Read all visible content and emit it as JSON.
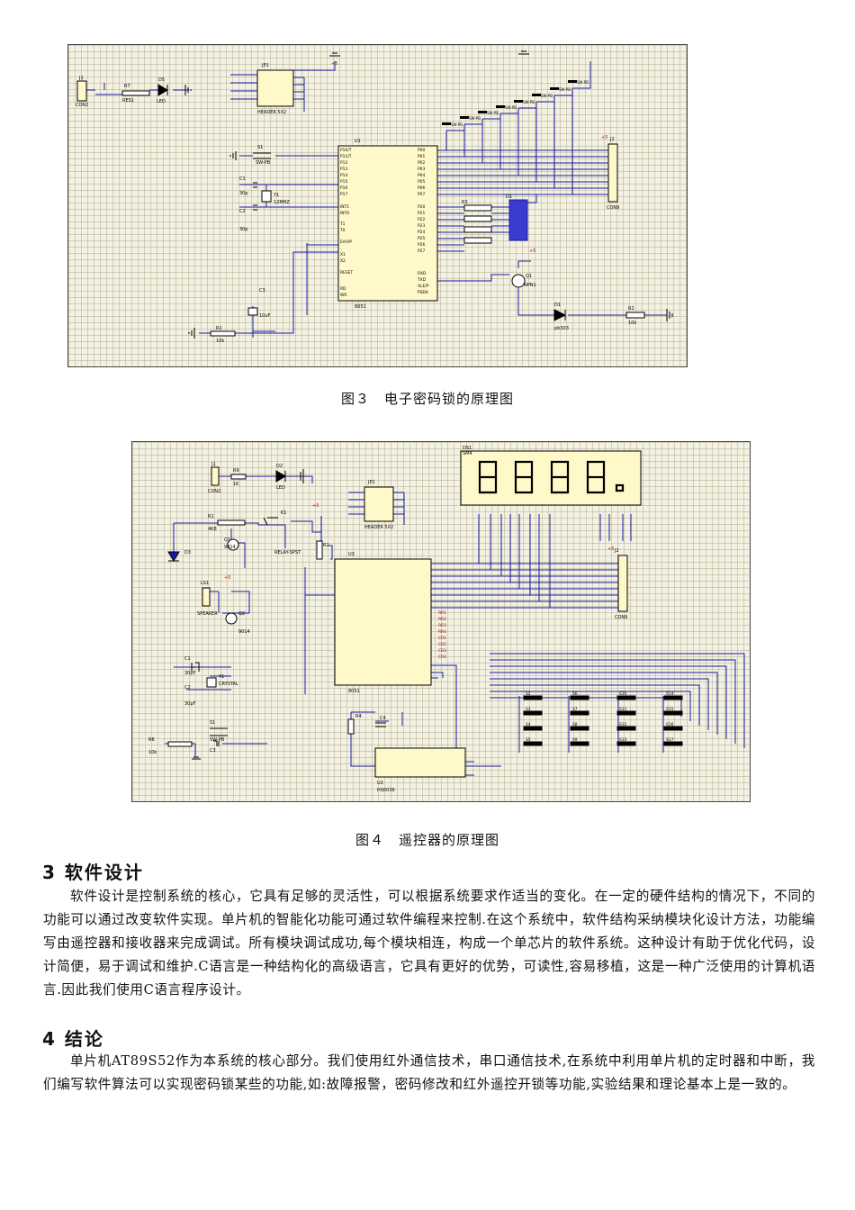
{
  "figures": [
    {
      "caption": "图３　电子密码锁的原理图"
    },
    {
      "caption": "图４　遥控器的原理图"
    }
  ],
  "fig3_labels": {
    "conn_j1": "J1",
    "conn_j1_type": "CON2",
    "res_r7": "R7",
    "res_r7_val": "RES1",
    "led_d5": "D5",
    "led_d5_type": "LED",
    "hdr_jp1": "JP1",
    "hdr_jp1_type": "HEADER 5X2",
    "chip_u1": "U1",
    "chip_u1_type": "8051",
    "conn_j2": "J2",
    "conn_j2_type": "CON9",
    "sw_s1": "S1",
    "sw_type": "SW-PB",
    "cap_c1": "C1",
    "cap_c2": "C2",
    "cap_c3": "C3",
    "cap_val": "30p",
    "xtal_y1": "Y1",
    "xtal_val": "12MHZ",
    "cap_c3_val": "10uF",
    "res_r1": "R1",
    "res_r1_val": "10k",
    "res_r2": "R2",
    "res_r2_val": "10k",
    "res_r3": "R3",
    "q1": "Q1",
    "q1_type": "NPN1",
    "led_d1": "D1",
    "led_d1_type": "pb303",
    "vcc": "+5",
    "left_pins": [
      "P10/T",
      "P11/T",
      "P12",
      "P13",
      "P14",
      "P15",
      "P16",
      "P17",
      "INT1",
      "INT0",
      "T1",
      "T0",
      "EA/VP",
      "X1",
      "X2",
      "RESET",
      "RD",
      "WR"
    ],
    "right_pins": [
      "P00",
      "P01",
      "P02",
      "P03",
      "P04",
      "P05",
      "P06",
      "P07",
      "P20",
      "P21",
      "P22",
      "P23",
      "P24",
      "P25",
      "P26",
      "P27",
      "RXD",
      "TXD",
      "ALE/P",
      "PSEN"
    ]
  },
  "fig4_labels": {
    "disp": "DS1",
    "disp_type": "SM4",
    "conn_j1": "J1",
    "conn_j1_type": "CON2",
    "res_r9": "R9",
    "res_r9_val": "1K",
    "led_d2": "D2",
    "led_d2_type": "LED",
    "hdr_jp1": "JP1",
    "hdr_jp1_type": "HEADER 5X2",
    "relay_k1": "K1",
    "relay_type": "RELAY-SPST",
    "res_r1": "R1",
    "res_r1_val": "4K8",
    "q1": "Q1",
    "q1_type": "9014",
    "led_d3": "D3",
    "res_r2": "R2",
    "speaker": "LS1",
    "speaker_type": "SPEAKER",
    "q2": "Q2",
    "q2_type": "9014",
    "chip_u3": "U3",
    "chip_u3_type": "8051",
    "conn_j2": "J2",
    "conn_j2_type": "CON9",
    "cap_c1": "C1",
    "cap_c2": "C2",
    "cap_val": "30pF",
    "xtal_y1": "Y1",
    "xtal_type": "CRYSTAL",
    "sw_s1": "S1",
    "sw_type": "SW-PB",
    "cap_c3": "C3",
    "res_r6": "R6",
    "res_r6_val": "10k",
    "res_r4": "R4",
    "cap_c4": "C4",
    "ic_u2": "U2",
    "ic_u2_type": "HS0038",
    "row_labels": [
      "RR1",
      "RR2",
      "RR3",
      "RR4",
      "CR1",
      "CR2",
      "CR3",
      "CR4"
    ],
    "key_labels": [
      "S2",
      "S6",
      "S10",
      "S14",
      "S3",
      "S7",
      "S11",
      "S15",
      "S4",
      "S8",
      "S12",
      "S16",
      "S5",
      "S9",
      "S13",
      "S17"
    ],
    "vcc": "+5"
  },
  "sections": [
    {
      "heading": "3 软件设计",
      "body": "软件设计是控制系统的核心，它具有足够的灵活性，可以根据系统要求作适当的变化。在一定的硬件结构的情况下，不同的功能可以通过改变软件实现。单片机的智能化功能可通过软件编程来控制.在这个系统中，软件结构采纳模块化设计方法，功能编写由遥控器和接收器来完成调试。所有模块调试成功,每个模块相连，构成一个单芯片的软件系统。这种设计有助于优化代码，设计简便，易于调试和维护.C语言是一种结构化的高级语言，它具有更好的优势，可读性,容易移植，这是一种广泛使用的计算机语言.因此我们使用C语言程序设计。"
    },
    {
      "heading": "4 结论",
      "body": "单片机AT89S52作为本系统的核心部分。我们使用红外通信技术，串口通信技术,在系统中利用单片机的定时器和中断，我们编写软件算法可以实现密码锁某些的功能,如:故障报警，密码修改和红外遥控开锁等功能,实验结果和理论基本上是一致的。"
    }
  ],
  "colors": {
    "wire": "#1a1aa8",
    "component": "#000000",
    "label": "#8b0000",
    "power": "#a11",
    "grid_bg": "#f3f1e2"
  }
}
